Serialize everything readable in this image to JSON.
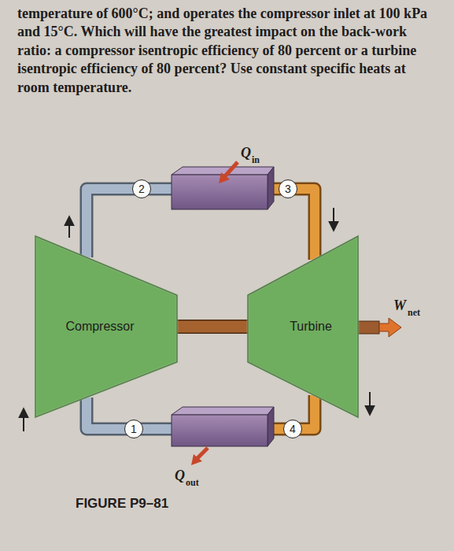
{
  "diagram": {
    "caption": "FIGURE P9–81",
    "nodes": [
      {
        "text": [
          "2"
        ]
      },
      {
        "text": [
          "3"
        ]
      },
      {
        "text": [
          "Compressor"
        ]
      },
      {
        "text": [
          "Turbine"
        ]
      },
      {
        "text": [
          "1"
        ]
      },
      {
        "text": [
          "4"
        ]
      }
    ],
    "edges": [
      {
        "from": 2,
        "to": 3,
        "arrow": "none"
      }
    ],
    "labels": [
      "temperature of 600°C; and operates the compressor inlet at 100 kPa and 15°C. Which will have the greatest impact on the back-work ratio: a compressor isentropic efficiency of 80 percent or a turbine isentropic efficiency of 80 percent? Use constant specific heats at room temperature.",
      "Q",
      "in",
      "W",
      "net",
      "Q",
      "out"
    ]
  }
}
